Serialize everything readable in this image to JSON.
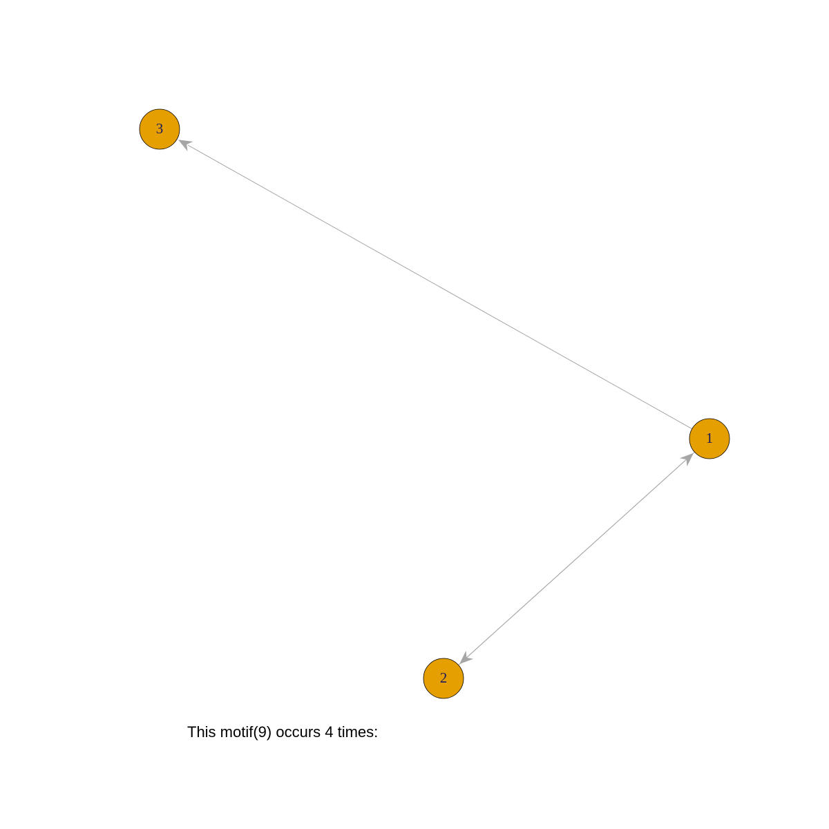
{
  "diagram": {
    "caption": "This motif(9) occurs 4 times:",
    "node_color": "#E69F00",
    "edge_color": "#A6A6A6",
    "nodes": [
      {
        "id": "1",
        "label": "1"
      },
      {
        "id": "2",
        "label": "2"
      },
      {
        "id": "3",
        "label": "3"
      }
    ],
    "edges": [
      {
        "from": "1",
        "to": "3"
      },
      {
        "from": "1",
        "to": "2"
      },
      {
        "from": "2",
        "to": "1"
      }
    ]
  }
}
